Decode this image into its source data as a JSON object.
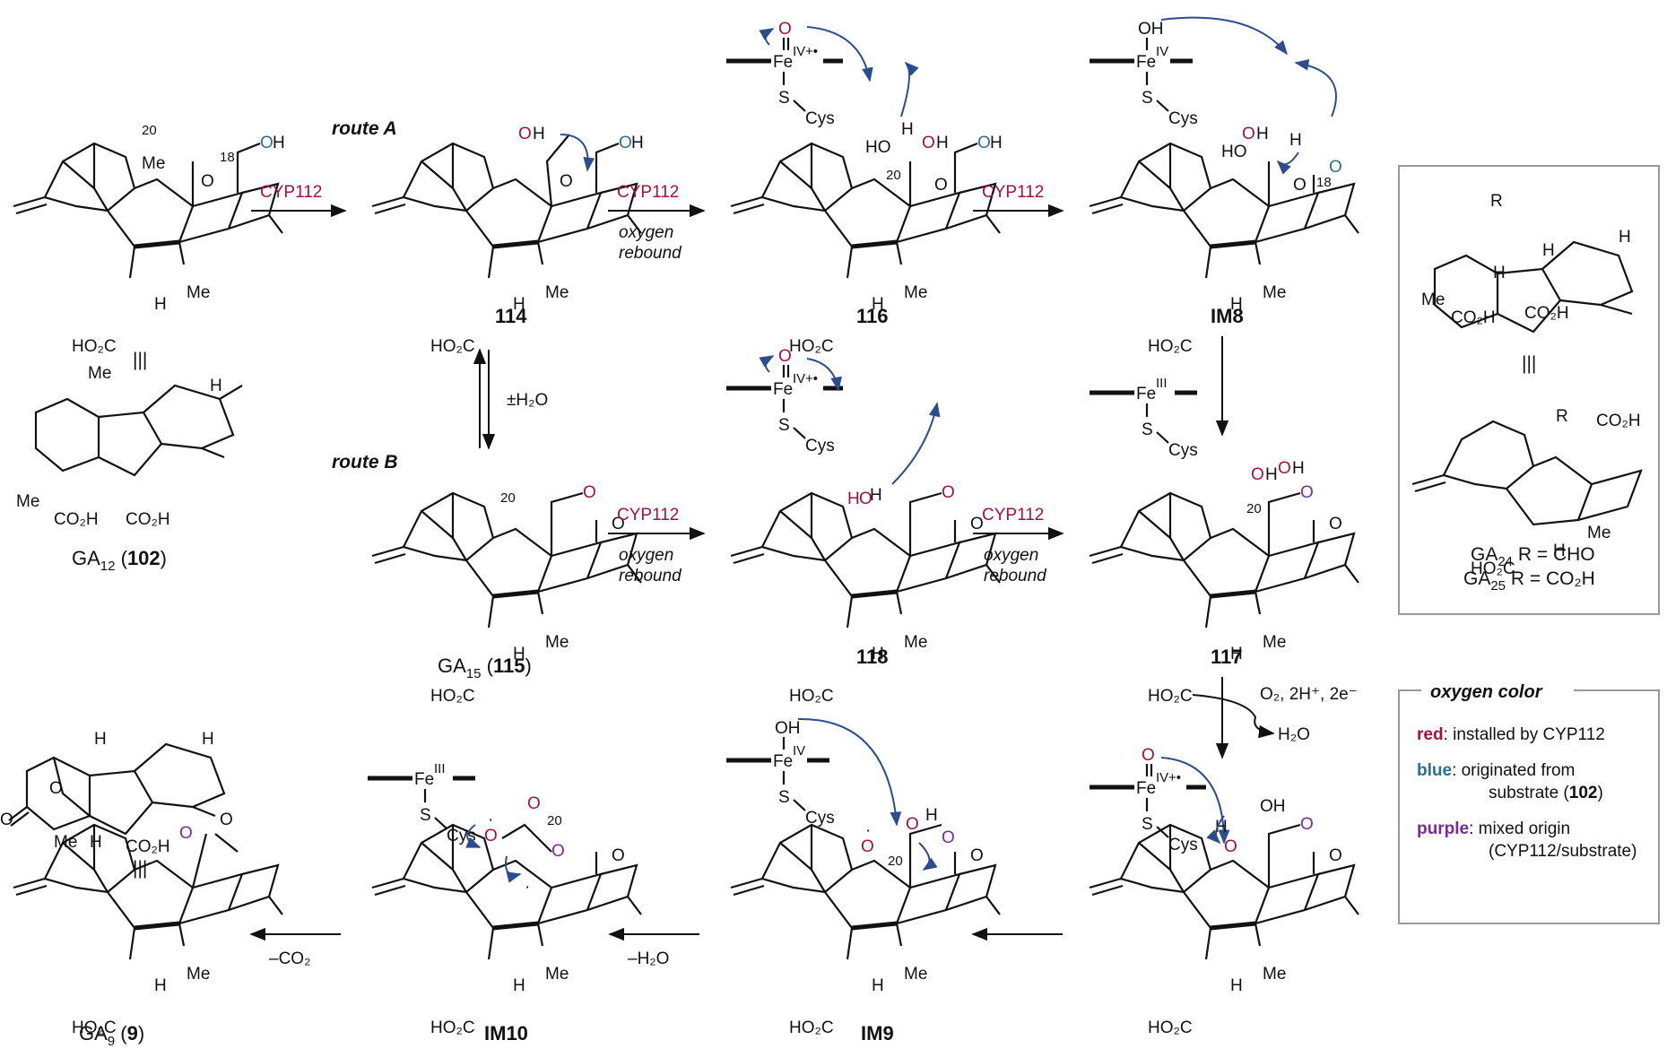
{
  "route_labels": {
    "a": "route A",
    "b": "route B"
  },
  "enzyme": "CYP112",
  "conditions": {
    "oxygen": "oxygen",
    "rebound": "rebound"
  },
  "reagents": {
    "water_eq": "±H₂O",
    "o2": "O₂, 2H⁺, 2e⁻",
    "h2o_out": "H₂O",
    "minus_h2o": "–H₂O",
    "minus_co2": "–CO₂"
  },
  "compounds": {
    "c102": {
      "prefix": "GA",
      "sub": "12",
      "num": "102"
    },
    "c114": "114",
    "c116": "116",
    "im8": "IM8",
    "c115": {
      "prefix": "GA",
      "sub": "15",
      "num": "115"
    },
    "c118": "118",
    "c117": "117",
    "c9": {
      "prefix": "GA",
      "sub": "9",
      "num": "9"
    },
    "im10": "IM10",
    "im9": "IM9"
  },
  "iron": {
    "fe": "Fe",
    "iv": "IV",
    "iii": "III",
    "radical": "+•",
    "o": "O",
    "oh": "OH",
    "s": "S",
    "cys": "Cys"
  },
  "atoms": {
    "me": "Me",
    "h": "H",
    "ho2c": "HO₂C",
    "co2h": "CO₂H",
    "oh": "OH",
    "ho": "HO",
    "o": "O",
    "c20": "20",
    "c18": "18",
    "r": "R"
  },
  "ga24_25": {
    "ga24": {
      "prefix": "GA",
      "sub": "24",
      "rest": " R = CHO"
    },
    "ga25": {
      "prefix": "GA",
      "sub": "25",
      "rest": " R = CO₂H"
    }
  },
  "equiv_symbol": "|||",
  "legend": {
    "title": "oxygen color",
    "red_key": "red",
    "red_text": ": installed by CYP112",
    "blue_key": "blue",
    "blue_text": ": originated from",
    "blue_text2": "substrate (",
    "blue_num": "102",
    "blue_close": ")",
    "purple_key": "purple",
    "purple_text": ": mixed origin",
    "purple_text2": "(CYP112/substrate)"
  },
  "colors": {
    "red": "#a3123f",
    "blue": "#2a6f97",
    "purple": "#7a2a9a",
    "arrow_blue": "#2b4d8f"
  }
}
